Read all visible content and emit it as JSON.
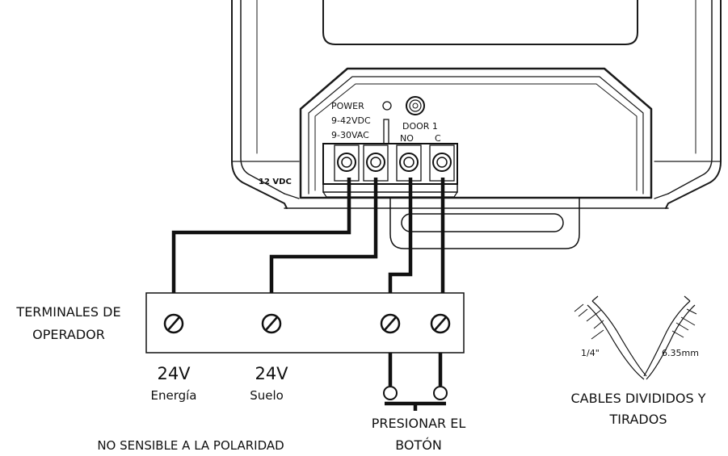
{
  "device": {
    "power_label": "POWER",
    "dc_label": "9-42VDC",
    "ac_label": "9-30VAC",
    "door_label": "DOOR 1",
    "no_label": "NO",
    "c_label": "C",
    "badge_label": "12 VDC"
  },
  "operator": {
    "title_line1": "TERMINALES DE",
    "title_line2": "OPERADOR",
    "terminal1_voltage": "24V",
    "terminal1_name": "Energía",
    "terminal2_voltage": "24V",
    "terminal2_name": "Suelo"
  },
  "button": {
    "line1": "PRESIONAR EL",
    "line2": "BOTÓN"
  },
  "notes": {
    "polarity": "NO SENSIBLE A LA POLARIDAD"
  },
  "cables": {
    "measure_in": "1/4\"",
    "measure_mm": "6.35mm",
    "line1": "CABLES DIVIDIDOS Y",
    "line2": "TIRADOS"
  }
}
